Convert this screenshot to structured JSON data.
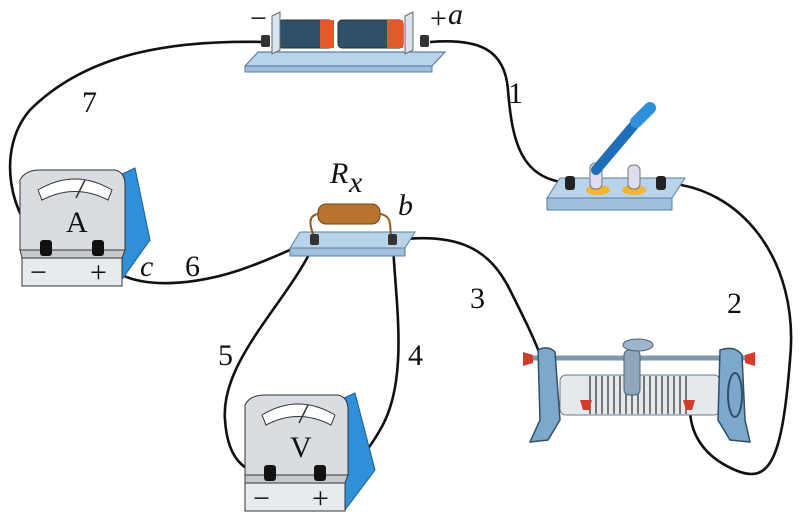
{
  "battery": {
    "minus": "−",
    "plus": "+",
    "terminal_label": "a"
  },
  "switch": {},
  "resistor": {
    "symbol": "R",
    "subscript": "x",
    "terminal_label": "b"
  },
  "ammeter": {
    "face": "A",
    "minus": "−",
    "plus": "+",
    "terminal_label": "c"
  },
  "voltmeter": {
    "face": "V",
    "minus": "−",
    "plus": "+"
  },
  "rheostat": {},
  "wires": [
    {
      "label": "1"
    },
    {
      "label": "2"
    },
    {
      "label": "3"
    },
    {
      "label": "4"
    },
    {
      "label": "5"
    },
    {
      "label": "6"
    },
    {
      "label": "7"
    }
  ],
  "colors": {
    "device_blue": "#2f8fd8",
    "plate": "#b9d3ea",
    "cell": "#2f5068",
    "cell_band": "#e05a2a",
    "resistor": "#b8742e",
    "knob_red": "#d63a2a"
  }
}
